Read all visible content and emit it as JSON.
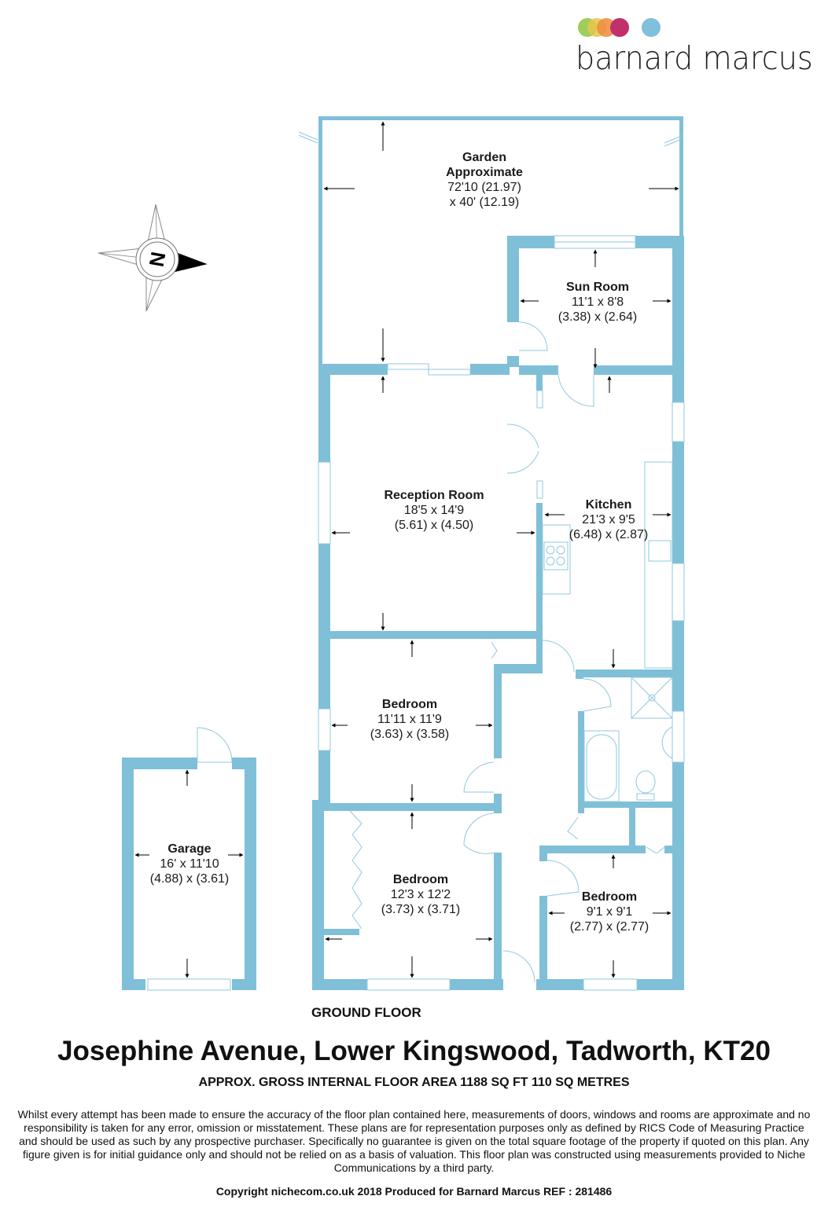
{
  "brand": {
    "name": "barnard marcus",
    "dot_colors": [
      "#8dc63f",
      "#e8c64a",
      "#f08a3c",
      "#c0306a",
      "#7fc0dc"
    ]
  },
  "compass": {
    "label": "N"
  },
  "colors": {
    "wall": "#7fbfd8",
    "fixture_line": "#8fc8de",
    "arrow": "#000000"
  },
  "rooms": [
    {
      "id": "garden",
      "name_lines": [
        "Garden",
        "Approximate"
      ],
      "dims": [
        "72'10 (21.97)",
        "x 40' (12.19)"
      ]
    },
    {
      "id": "sun-room",
      "name_lines": [
        "Sun Room"
      ],
      "dims": [
        "11'1 x 8'8",
        "(3.38) x (2.64)"
      ]
    },
    {
      "id": "reception-room",
      "name_lines": [
        "Reception Room"
      ],
      "dims": [
        "18'5 x 14'9",
        "(5.61) x (4.50)"
      ]
    },
    {
      "id": "kitchen",
      "name_lines": [
        "Kitchen"
      ],
      "dims": [
        "21'3 x 9'5",
        "(6.48) x (2.87)"
      ]
    },
    {
      "id": "bedroom-1",
      "name_lines": [
        "Bedroom"
      ],
      "dims": [
        "11'11 x 11'9",
        "(3.63) x (3.58)"
      ]
    },
    {
      "id": "bedroom-2",
      "name_lines": [
        "Bedroom"
      ],
      "dims": [
        "12'3 x 12'2",
        "(3.73) x (3.71)"
      ]
    },
    {
      "id": "bedroom-3",
      "name_lines": [
        "Bedroom"
      ],
      "dims": [
        "9'1 x 9'1",
        "(2.77) x (2.77)"
      ]
    },
    {
      "id": "garage",
      "name_lines": [
        "Garage"
      ],
      "dims": [
        "16' x 11'10",
        "(4.88) x (3.61)"
      ]
    }
  ],
  "floor_label": "GROUND FLOOR",
  "address": "Josephine Avenue, Lower Kingswood, Tadworth, KT20",
  "area": "APPROX. GROSS INTERNAL FLOOR AREA 1188 SQ FT 110 SQ METRES",
  "disclaimer": "Whilst every attempt has been made to ensure the accuracy of the floor plan contained here, measurements of doors, windows and rooms are approximate and no responsibility is taken for any error, omission or misstatement. These plans are for representation purposes only as defined by RICS Code of Measuring Practice and should be used as such by any prospective purchaser.  Specifically no guarantee is given on the total square footage of the property if quoted on this plan. Any figure given is for initial guidance only and should not be relied on as a basis of valuation. This floor plan was constructed using measurements provided to Niche Communications by a third party.",
  "copyright": "Copyright nichecom.co.uk 2018    Produced for Barnard Marcus   REF : 281486"
}
